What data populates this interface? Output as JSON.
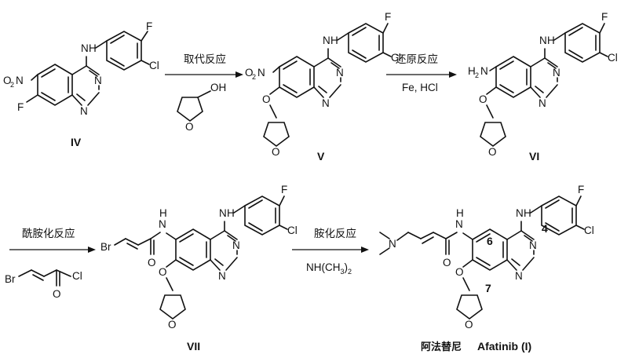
{
  "atoms": {
    "F": "F",
    "Cl": "Cl",
    "NH": "H",
    "N": "N",
    "O": "O",
    "OH": "OH",
    "NO2_O": "O",
    "NO2_N": "N",
    "NO2_sub": "2",
    "H2N_H": "H",
    "H2N_sub": "2",
    "H2N_N": "N",
    "Br": "Br"
  },
  "compounds": {
    "IV": "IV",
    "V": "V",
    "VI": "VI",
    "VII": "VII",
    "product": {
      "name_cn": "阿法替尼",
      "name_en": "Afatinib (I)"
    }
  },
  "steps": [
    {
      "label_cn": "取代反应",
      "reagent": ""
    },
    {
      "label_cn": "还原反应",
      "reagent": "Fe, HCl"
    },
    {
      "label_cn": "酰胺化反应",
      "reagent": ""
    },
    {
      "label_cn": "胺化反应",
      "reagent": "NH(CH3)2"
    }
  ],
  "reagent_parts": {
    "nh": "NH(CH",
    "sub3": "3",
    "close": ")",
    "sub2": "2"
  },
  "position_labels": {
    "p6": "6",
    "p4": "4",
    "p7": "7"
  }
}
